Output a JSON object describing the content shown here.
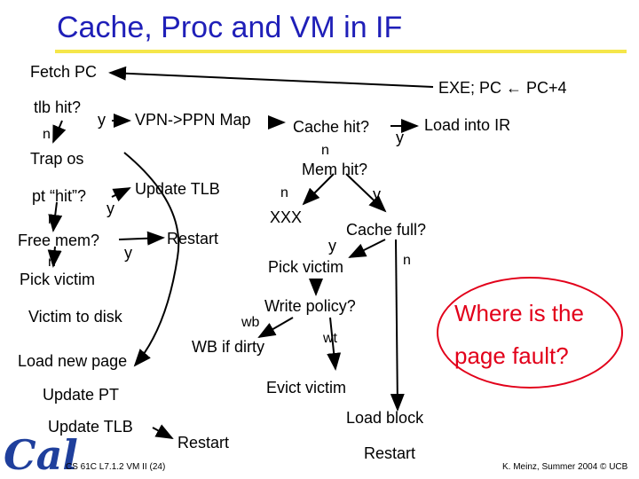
{
  "title": "Cache, Proc and VM in IF",
  "labels": {
    "fetch_pc": "Fetch PC",
    "exe_pc": "EXE; PC ← PC+4",
    "tlb_hit": "tlb hit?",
    "y1": "y",
    "vpn_ppn": "VPN->PPN Map",
    "n1": "n",
    "trap_os": "Trap os",
    "cache_hit": "Cache hit?",
    "y2": "y",
    "load_ir": "Load into IR",
    "n2": "n",
    "mem_hit": "Mem hit?",
    "update_tlb1": "Update TLB",
    "pt_hit": "pt “hit”?",
    "y3": "y",
    "n3": "n",
    "y4": "y",
    "n4": "n",
    "xxx": "XXX",
    "restart1": "Restart",
    "cache_full": "Cache full?",
    "free_mem": "Free mem?",
    "y5": "y",
    "n5": "n",
    "y6": "y",
    "n6": "n",
    "pick_victim1": "Pick victim",
    "pick_victim2": "Pick victim",
    "write_policy": "Write policy?",
    "victim_disk": "Victim to disk",
    "wb": "wb",
    "wt": "wt",
    "wb_dirty": "WB if dirty",
    "load_page": "Load new page",
    "evict_victim": "Evict victim",
    "update_pt": "Update PT",
    "load_block": "Load block",
    "update_tlb2": "Update TLB",
    "restart2": "Restart",
    "restart3": "Restart"
  },
  "callout": {
    "line1": "Where is the",
    "line2": "page fault?"
  },
  "footer": {
    "left": "CS 61C L7.1.2 VM II (24)",
    "right": "K. Meinz, Summer 2004 © UCB"
  },
  "colors": {
    "title": "#1f1fb8",
    "accent": "#e2001a",
    "rule": "#f5e64a",
    "logo": "#1f3f9c"
  },
  "logo": {
    "text": "Cal"
  }
}
